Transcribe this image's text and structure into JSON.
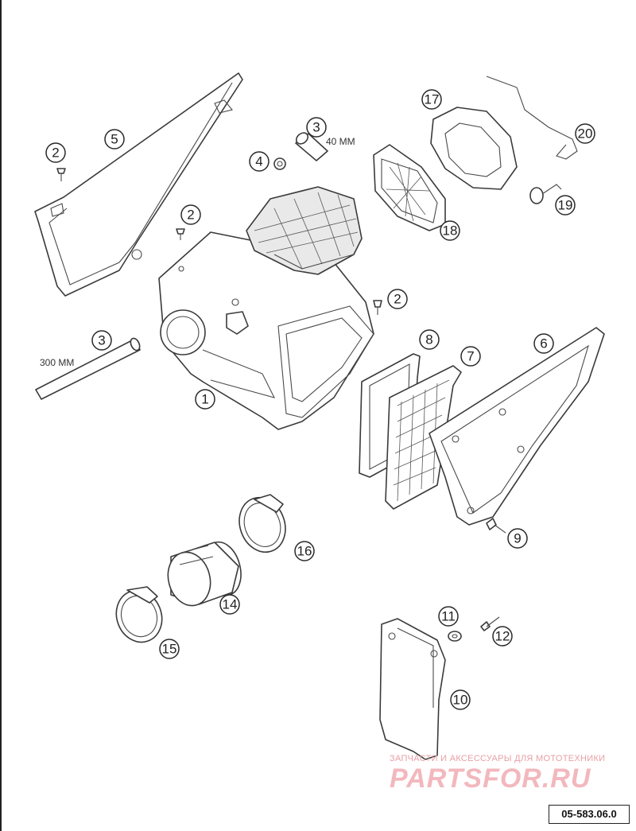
{
  "callouts": [
    {
      "id": "c1",
      "label": "1"
    },
    {
      "id": "c2a",
      "label": "2"
    },
    {
      "id": "c2b",
      "label": "2"
    },
    {
      "id": "c2c",
      "label": "2"
    },
    {
      "id": "c3a",
      "label": "3"
    },
    {
      "id": "c3b",
      "label": "3"
    },
    {
      "id": "c4",
      "label": "4"
    },
    {
      "id": "c5",
      "label": "5"
    },
    {
      "id": "c6",
      "label": "6"
    },
    {
      "id": "c7",
      "label": "7"
    },
    {
      "id": "c8",
      "label": "8"
    },
    {
      "id": "c9",
      "label": "9"
    },
    {
      "id": "c10",
      "label": "10"
    },
    {
      "id": "c11",
      "label": "11"
    },
    {
      "id": "c12",
      "label": "12"
    },
    {
      "id": "c14",
      "label": "14"
    },
    {
      "id": "c15",
      "label": "15"
    },
    {
      "id": "c16",
      "label": "16"
    },
    {
      "id": "c17",
      "label": "17"
    },
    {
      "id": "c18",
      "label": "18"
    },
    {
      "id": "c19",
      "label": "19"
    },
    {
      "id": "c20",
      "label": "20"
    }
  ],
  "dimensions": {
    "hose_long": "300 MM",
    "hose_short": "40 MM"
  },
  "watermark": {
    "tagline": "ЗАПЧАСТИ И АКСЕССУАРЫ ДЛЯ МОТОТЕХНИКИ",
    "logo_text": "PARTSFOR.RU"
  },
  "drawing_number": "05-583.06.0",
  "colors": {
    "line": "#3a3a3a",
    "watermark": "#f2b8bd"
  }
}
